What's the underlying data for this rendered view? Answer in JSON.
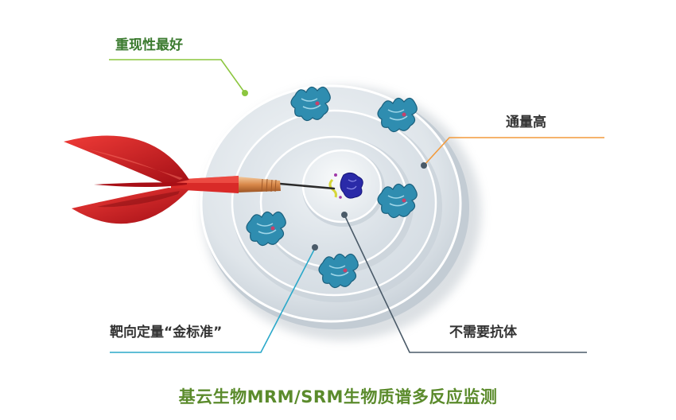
{
  "labels": {
    "reproducibility": "重现性最好",
    "throughput": "通量高",
    "targeted": "靶向定量“金标准”",
    "no_antibody": "不需要抗体"
  },
  "footer": {
    "title": "基云生物MRM/SRM生物质谱多反应监测"
  },
  "colors": {
    "green": "#8cc63f",
    "orange": "#f39a3b",
    "cyan": "#2aa8c9",
    "slate": "#4a5a68",
    "dart_red": "#c8161d",
    "protein": "#2f8db0",
    "target_protein": "#2a2aa8"
  },
  "icons": [
    "dart-icon",
    "protein-icon",
    "target-protein-icon"
  ]
}
